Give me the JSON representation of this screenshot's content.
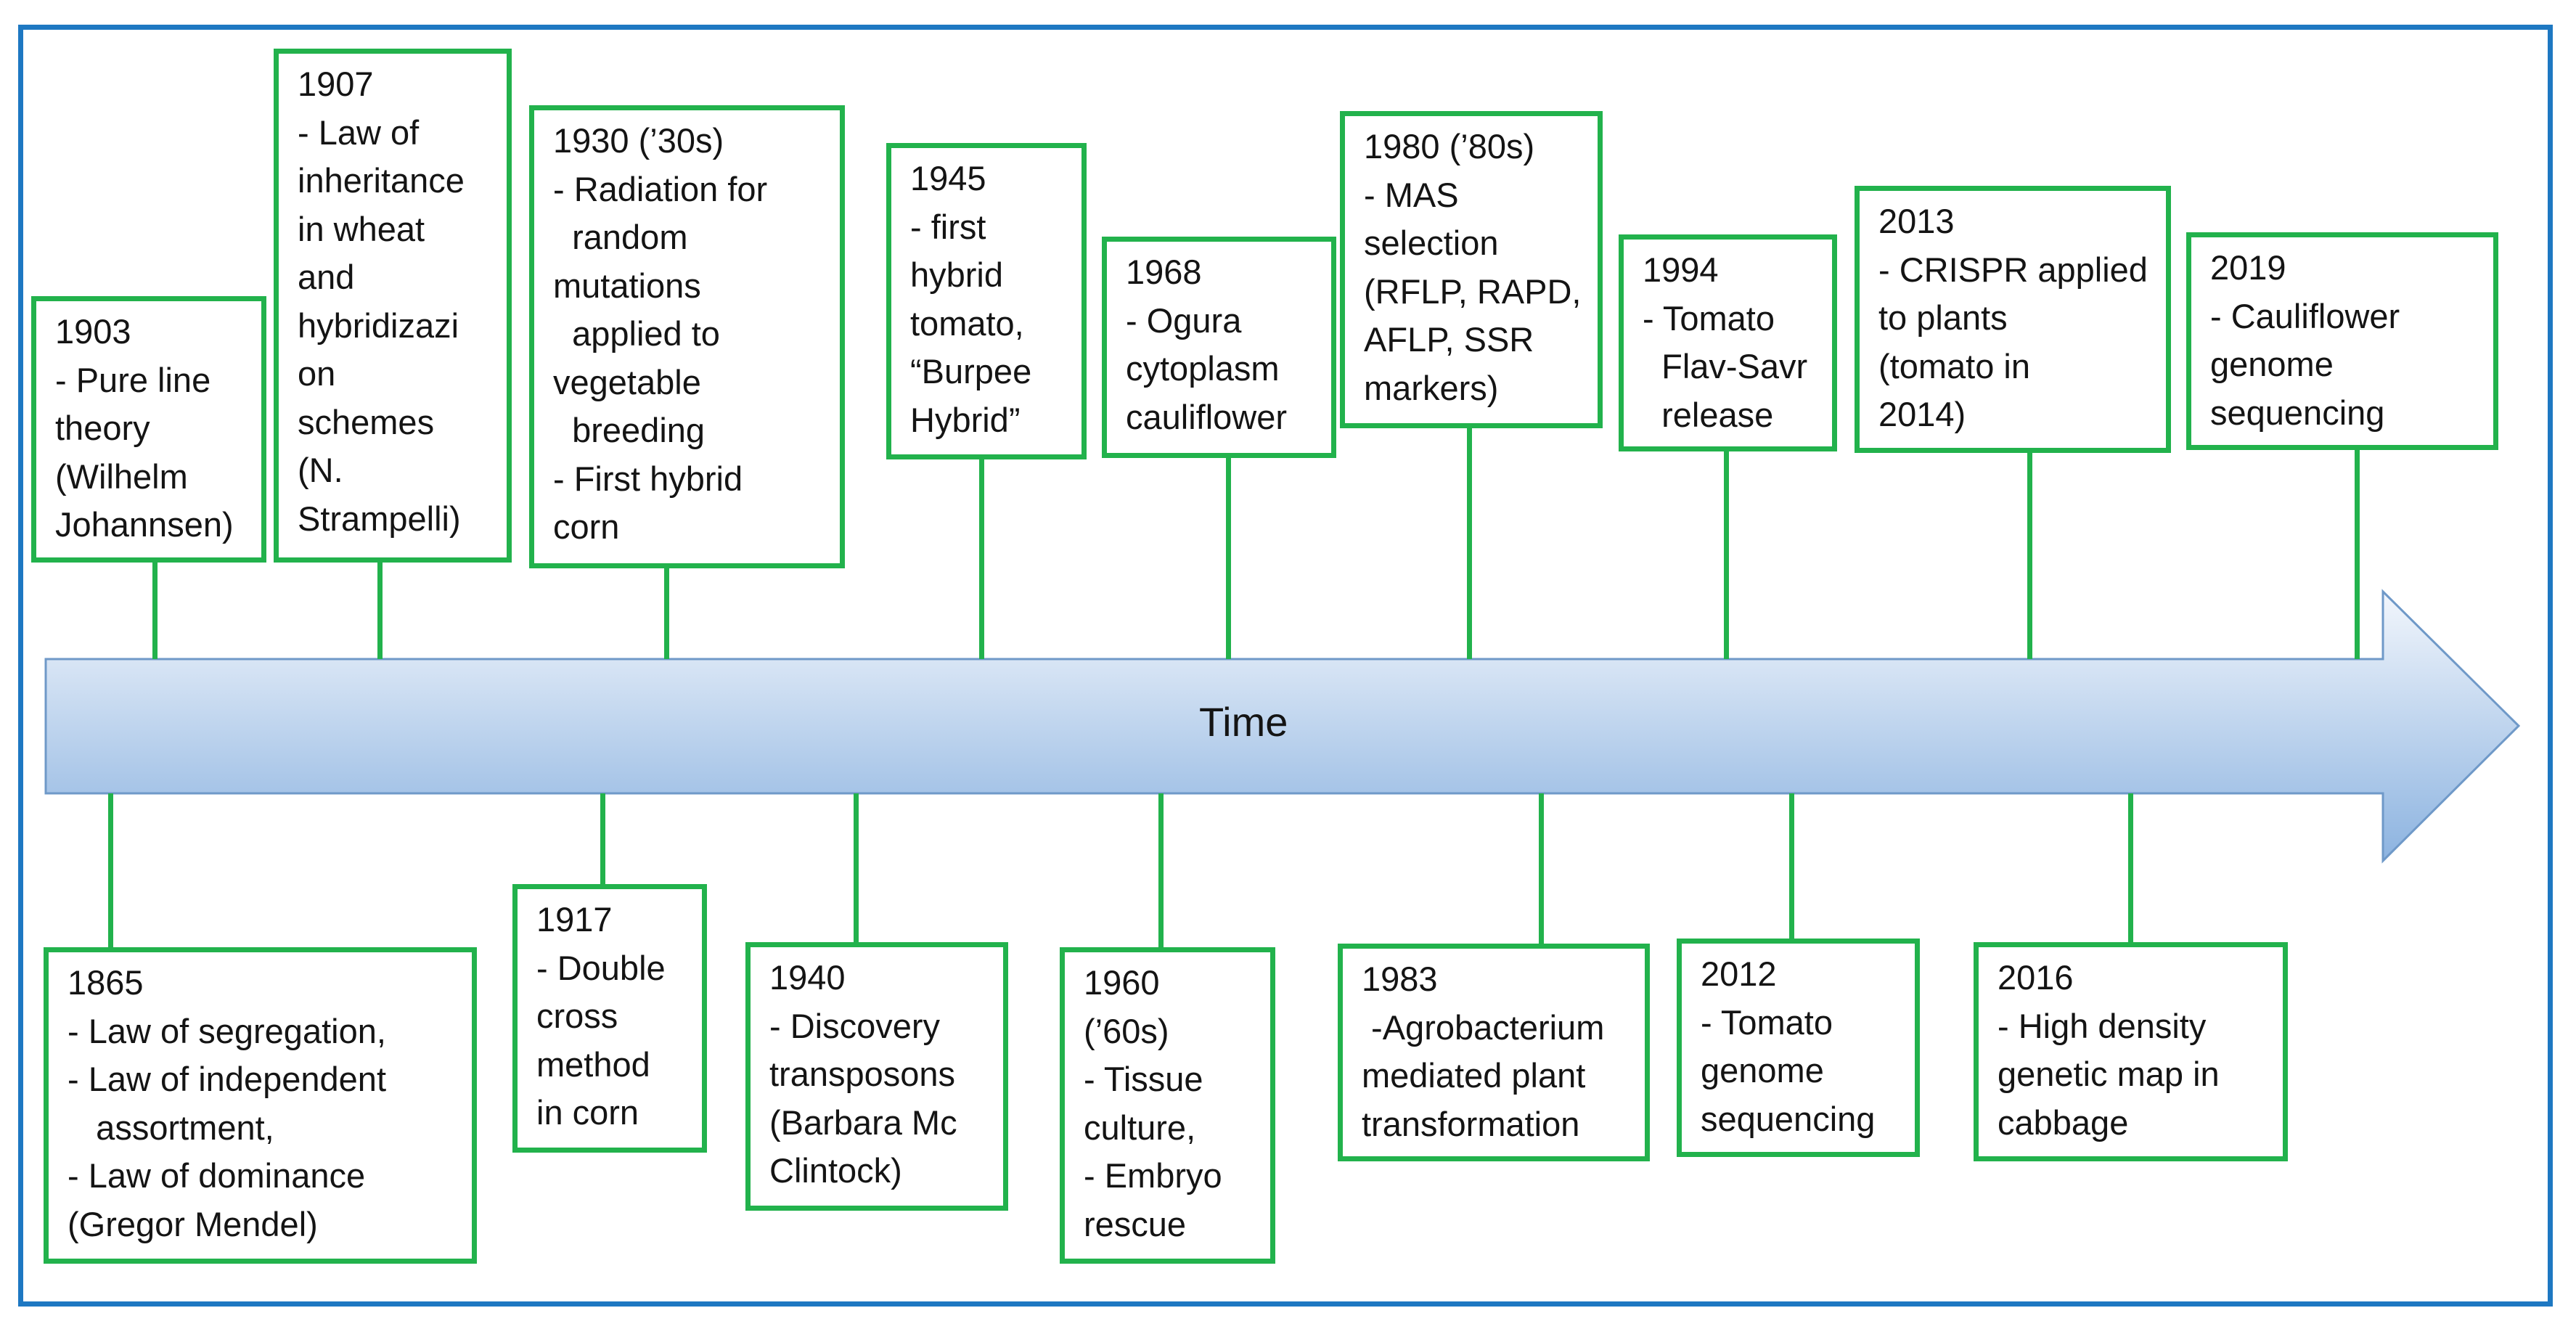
{
  "colors": {
    "frame": "#1e78c2",
    "box_border": "#22b24c",
    "arrow_top": "#f2f6fc",
    "arrow_bottom": "#8cb3e0",
    "arrow_stroke": "#6f99c8"
  },
  "arrow": {
    "label": "Time"
  },
  "events_above": [
    {
      "id": "1903",
      "lines": [
        "1903",
        "- Pure line",
        "theory",
        "(Wilhelm",
        "Johannsen)"
      ]
    },
    {
      "id": "1907",
      "lines": [
        "1907",
        "- Law of",
        "inheritance",
        "in wheat",
        "and",
        "hybridizazi",
        "on",
        "schemes",
        "(N.",
        "Strampelli)"
      ]
    },
    {
      "id": "1930",
      "lines": [
        "1930 (’30s)",
        "- Radiation for",
        "  random",
        "mutations",
        "  applied to",
        "vegetable",
        "  breeding",
        "- First hybrid",
        "corn"
      ]
    },
    {
      "id": "1945",
      "lines": [
        "1945",
        "- first",
        "hybrid",
        "tomato,",
        "“Burpee",
        "Hybrid”"
      ]
    },
    {
      "id": "1968",
      "lines": [
        "1968",
        "- Ogura",
        "cytoplasm",
        "cauliflower"
      ]
    },
    {
      "id": "1980",
      "lines": [
        "1980 (’80s)",
        "- MAS",
        "selection",
        "(RFLP, RAPD,",
        "AFLP, SSR",
        "markers)"
      ]
    },
    {
      "id": "1994",
      "lines": [
        "1994",
        "- Tomato",
        "  Flav-Savr",
        "  release"
      ]
    },
    {
      "id": "2013",
      "lines": [
        "2013",
        "- CRISPR applied",
        "to plants",
        "(tomato in",
        "2014)"
      ]
    },
    {
      "id": "2019",
      "lines": [
        "2019",
        "- Cauliflower",
        "genome",
        "sequencing"
      ]
    }
  ],
  "events_below": [
    {
      "id": "1865",
      "lines": [
        "1865",
        "- Law of segregation,",
        "- Law of independent",
        "   assortment,",
        "- Law of dominance",
        "(Gregor Mendel)"
      ]
    },
    {
      "id": "1917",
      "lines": [
        "1917",
        "- Double",
        "cross",
        "method",
        "in corn"
      ]
    },
    {
      "id": "1940",
      "lines": [
        "1940",
        "- Discovery",
        "transposons",
        "(Barbara Mc",
        "Clintock)"
      ]
    },
    {
      "id": "1960",
      "lines": [
        "1960",
        "(’60s)",
        "- Tissue",
        "culture,",
        "- Embryo",
        "rescue"
      ]
    },
    {
      "id": "1983",
      "lines": [
        "1983",
        " -Agrobacterium",
        "mediated plant",
        "transformation"
      ]
    },
    {
      "id": "2012",
      "lines": [
        "2012",
        "- Tomato",
        "genome",
        "sequencing"
      ]
    },
    {
      "id": "2016",
      "lines": [
        "2016",
        "- High density",
        "genetic map in",
        "cabbage"
      ]
    }
  ]
}
